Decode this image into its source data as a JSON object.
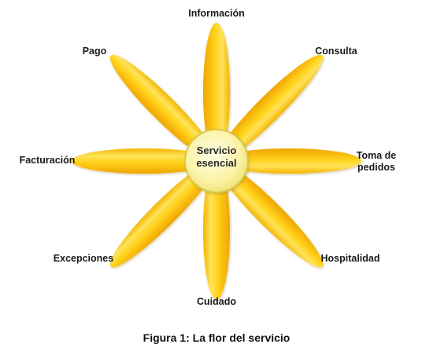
{
  "diagram": {
    "center": "Servicio\nesencial",
    "petals": {
      "informacion": "Información",
      "consulta": "Consulta",
      "toma_de_pedidos": "Toma de\npedidos",
      "hospitalidad": "Hospitalidad",
      "cuidado": "Cuidado",
      "excepciones": "Excepciones",
      "facturacion": "Facturación",
      "pago": "Pago"
    },
    "colors": {
      "petal_dark": "#F2A800",
      "petal_light": "#FFE04A",
      "center_fill": "#FBF6B8",
      "center_edge": "#D8C84A"
    }
  },
  "caption": "Figura 1: La flor del servicio"
}
